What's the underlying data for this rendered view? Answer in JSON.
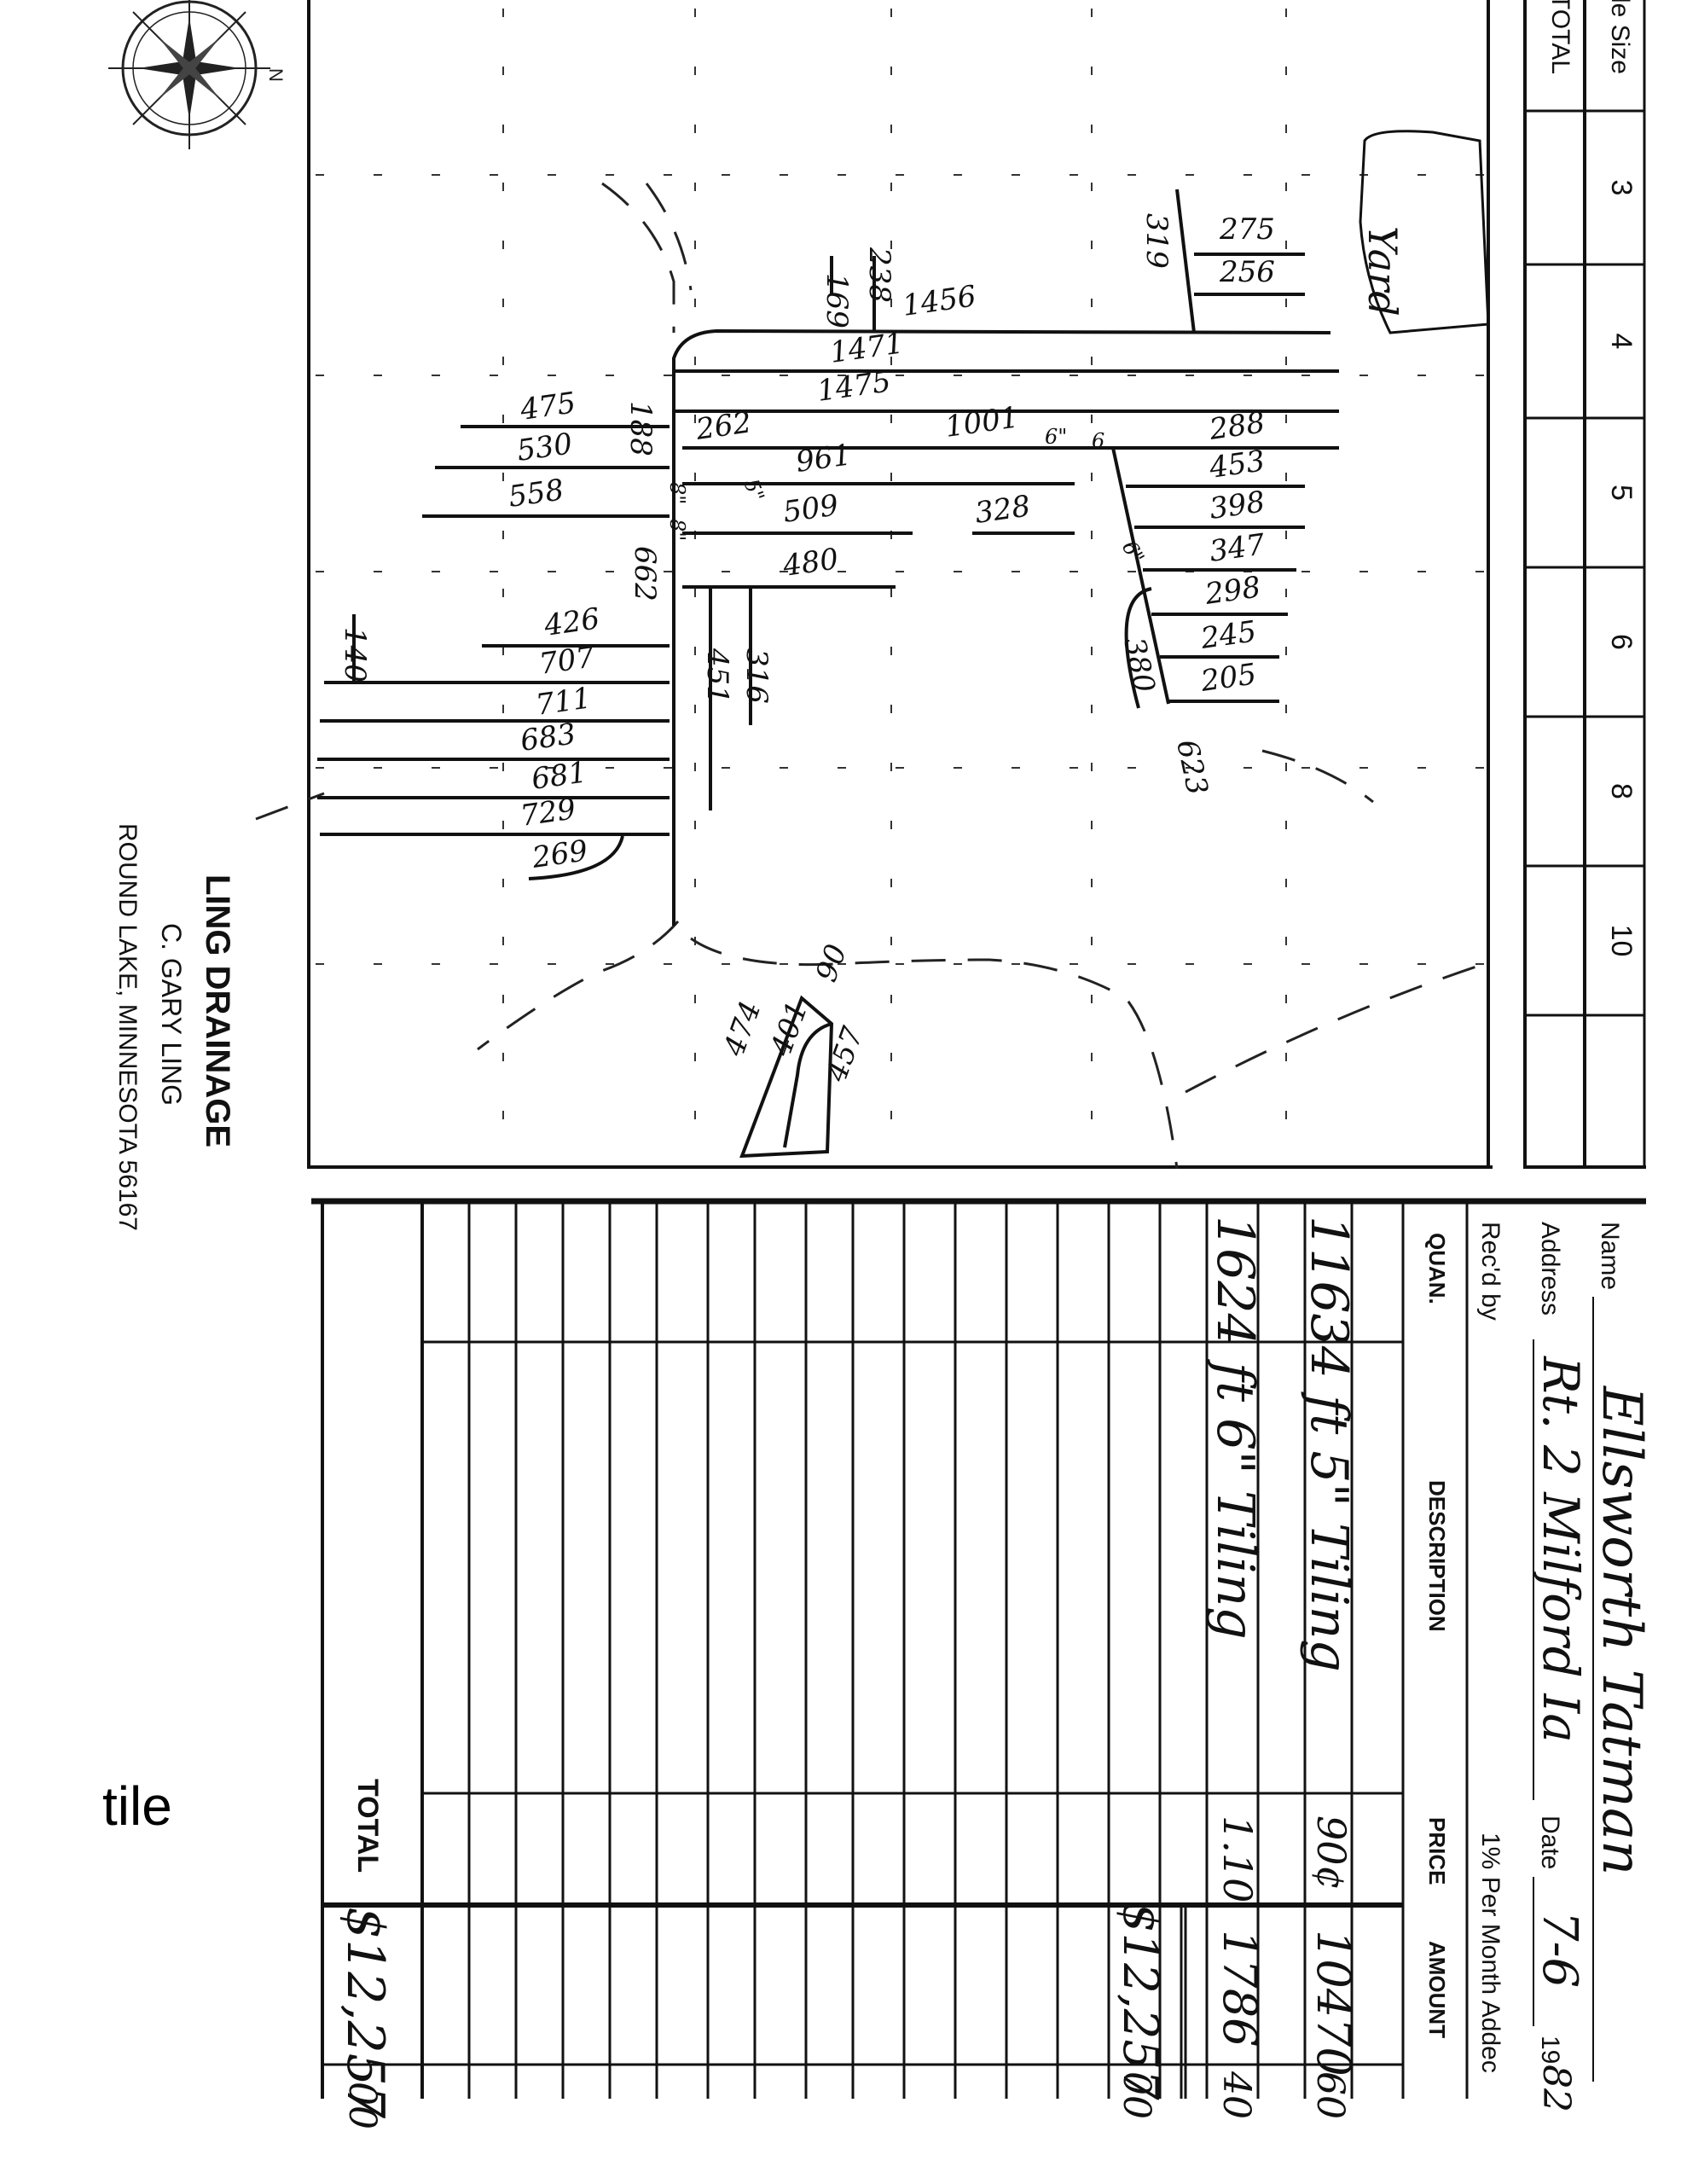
{
  "company": {
    "name": "LING DRAINAGE",
    "owner": "C. GARY LING",
    "location": "ROUND LAKE, MINNESOTA 56167"
  },
  "compass_label": "N",
  "tile_size_header": {
    "label": "Tile Size",
    "total": "TOTAL",
    "sizes": [
      "3",
      "4",
      "5",
      "6",
      "8",
      "10"
    ]
  },
  "map": {
    "yard_label": "Yard",
    "lengths": [
      "275",
      "256",
      "319",
      "238",
      "169",
      "1456",
      "1471",
      "1475",
      "475",
      "530",
      "558",
      "188",
      "262",
      "961",
      "1001",
      "288",
      "453",
      "398",
      "347",
      "298",
      "245",
      "205",
      "509",
      "328",
      "480",
      "662",
      "426",
      "707",
      "711",
      "683",
      "681",
      "729",
      "269",
      "140",
      "451",
      "316",
      "380",
      "623",
      "474",
      "401",
      "457",
      "90"
    ],
    "size_marks": [
      "5\"",
      "6\"",
      "8\"",
      "6",
      "6\"",
      "8\""
    ]
  },
  "invoice": {
    "name_label": "Name",
    "name_value": "Ellsworth Tatman",
    "address_label": "Address",
    "address_value": "Rt. 2 Milford Ia",
    "date_label": "Date",
    "date_value": "7-6",
    "year_prefix": "19",
    "year_suffix": "82",
    "recd_by_label": "Rec'd by",
    "interest_note": "1% Per Month Addec",
    "columns": {
      "quan": "QUAN.",
      "description": "DESCRIPTION",
      "price": "PRICE",
      "amount": "AMOUNT"
    },
    "lines": [
      {
        "description": "11634 ft 5\" Tiling",
        "price": "90¢",
        "amount": "10470",
        "cents": "60"
      },
      {
        "description": "1624 ft 6\" Tiling",
        "price": "1.10",
        "amount": "1786",
        "cents": "40"
      }
    ],
    "subtotal": {
      "amount": "$12,257",
      "cents": "00"
    },
    "total_label": "TOTAL",
    "total": {
      "amount": "$12,257",
      "cents": "00"
    }
  },
  "footer_word": "tile"
}
